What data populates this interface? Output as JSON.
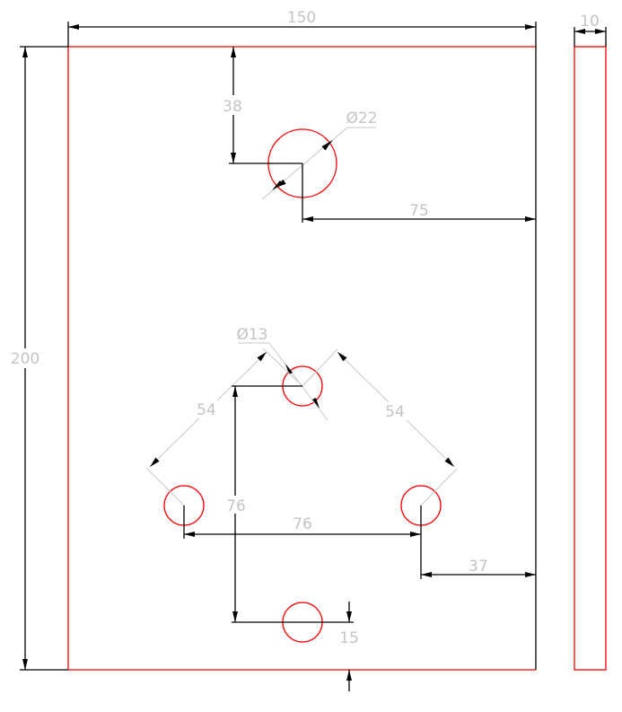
{
  "drawing": {
    "colors": {
      "part": "#ff0000",
      "dimension_line": "#000000",
      "dimension_text": "#c4c4c4"
    },
    "dimensions": {
      "width": "150",
      "thickness": "10",
      "height": "200",
      "top_hole_offset_top": "38",
      "top_hole_diameter": "Ø22",
      "top_hole_offset_right": "75",
      "small_hole_diameter": "Ø13",
      "pitch_left": "54",
      "pitch_right": "54",
      "horizontal_spacing": "76",
      "vertical_spacing": "76",
      "right_hole_offset_right": "37",
      "bottom_hole_offset_bottom": "15"
    }
  }
}
